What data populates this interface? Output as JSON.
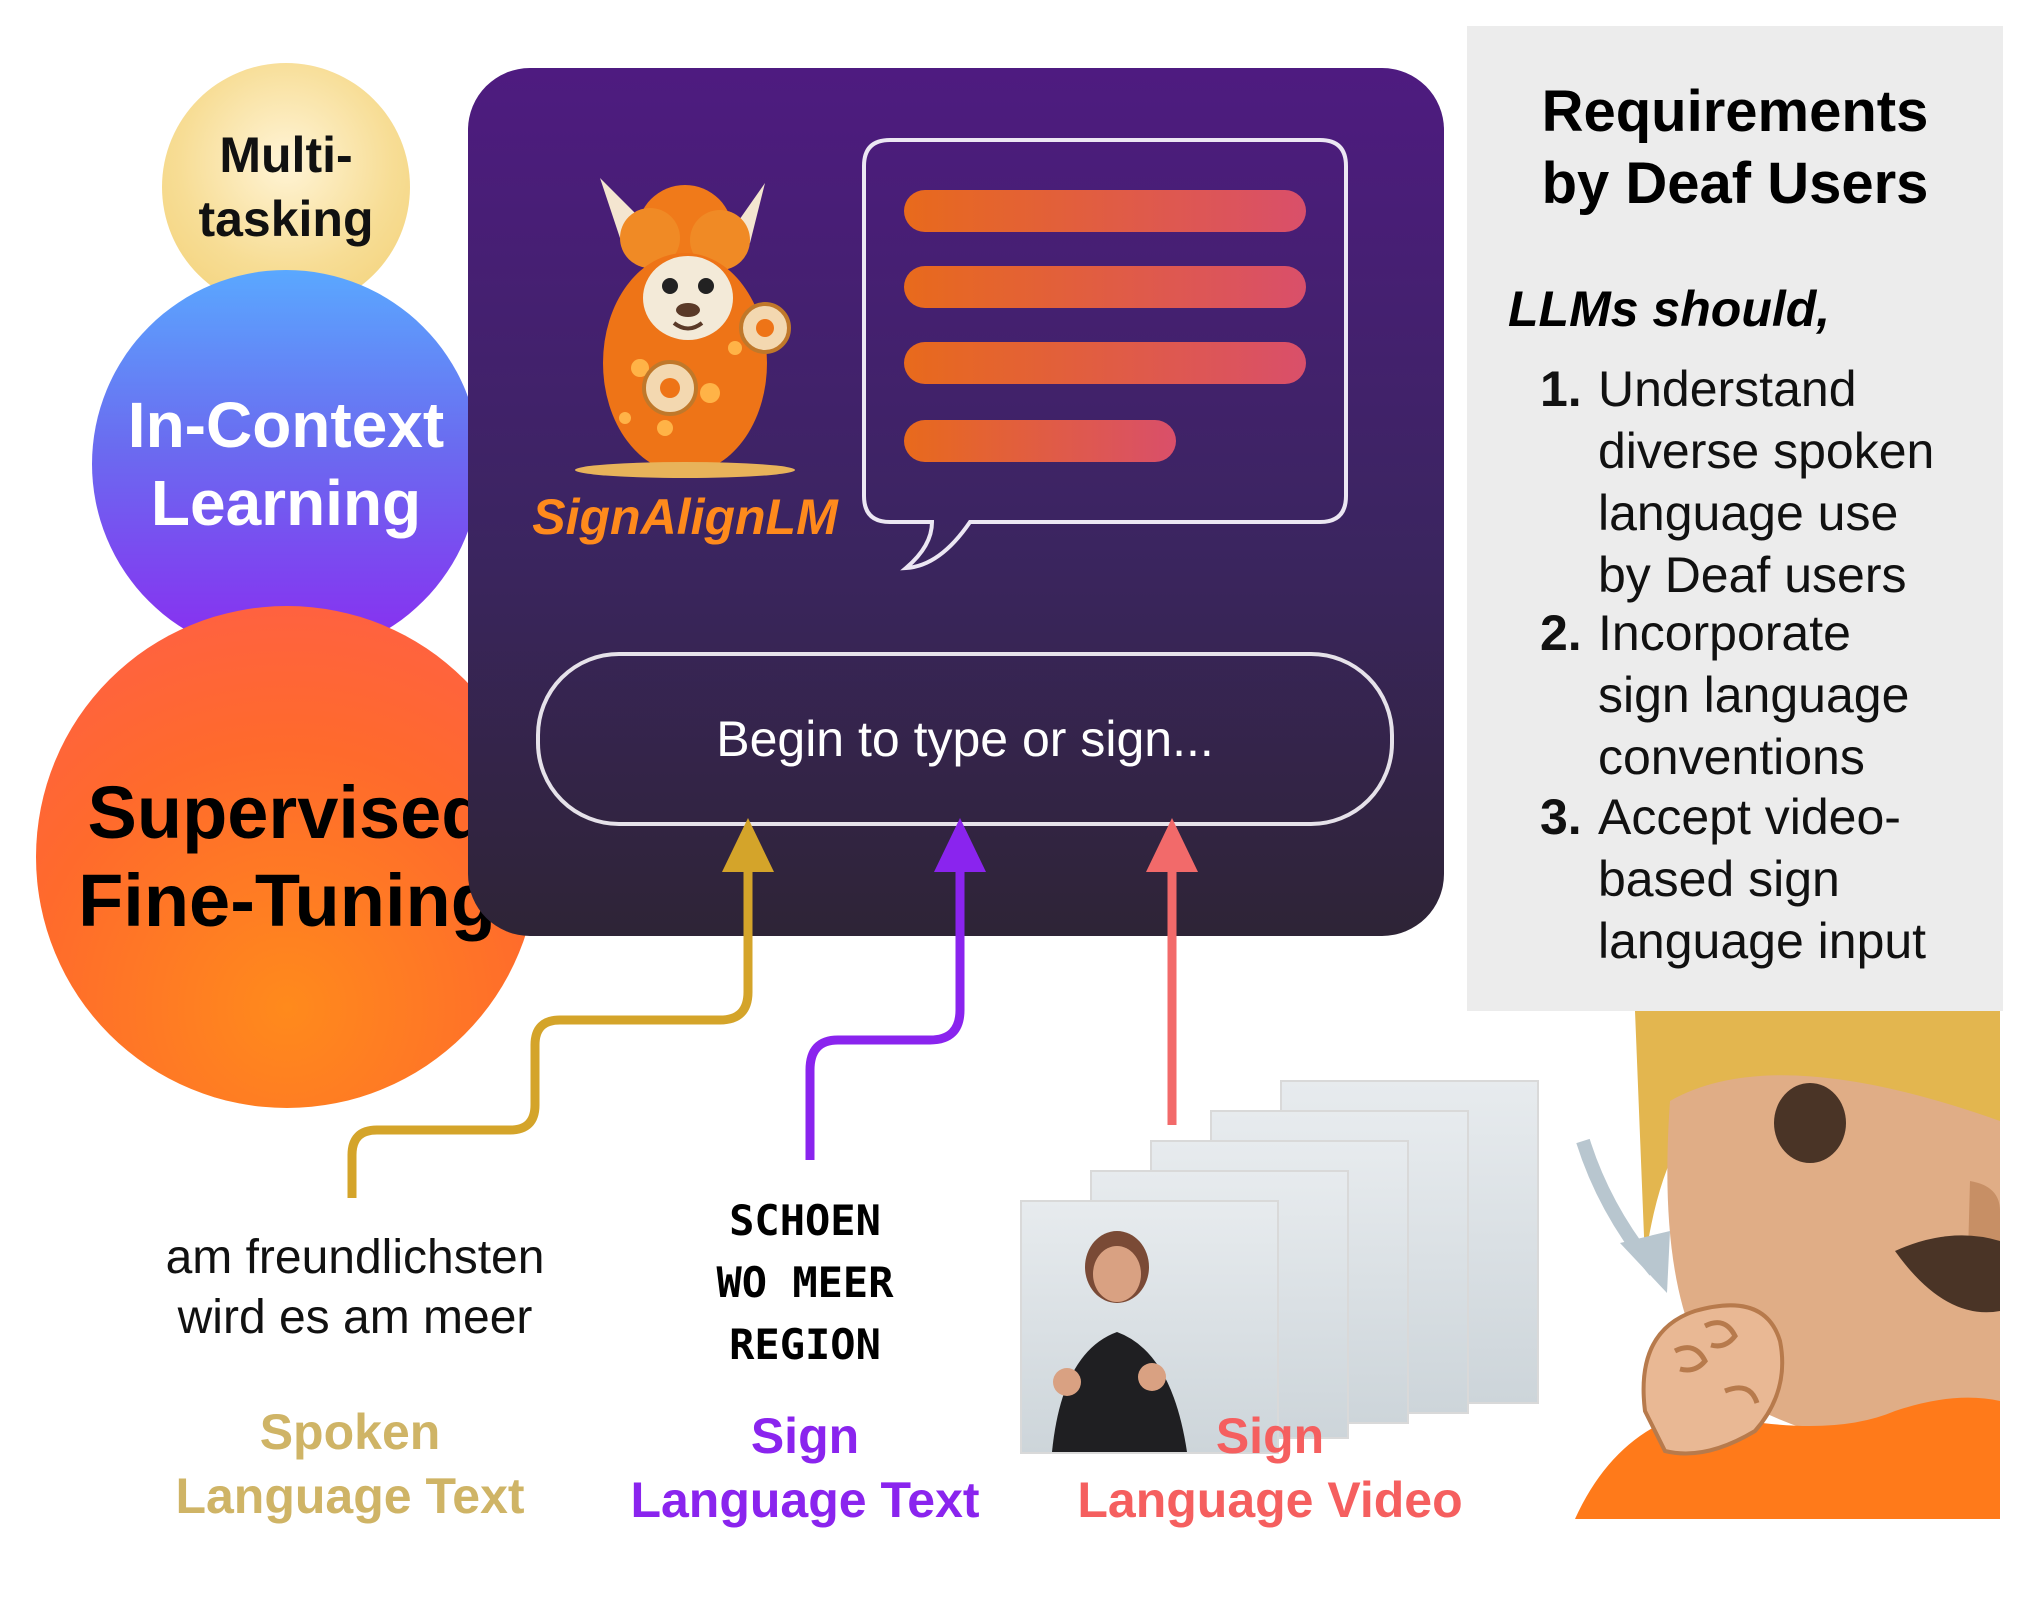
{
  "circles": {
    "multitasking": "Multi-\ntasking",
    "in_context_learning": "In-Context\nLearning",
    "supervised_fine_tuning": "Supervised\nFine-Tuning"
  },
  "model": {
    "name": "SignAlignLM",
    "input_placeholder": "Begin to type or sign..."
  },
  "requirements": {
    "title": "Requirements\nby Deaf Users",
    "lead": "LLMs should,",
    "items": [
      {
        "number": "1.",
        "text": "Understand\ndiverse spoken\nlanguage use\nby Deaf users"
      },
      {
        "number": "2.",
        "text": "Incorporate\nsign language\nconventions"
      },
      {
        "number": "3.",
        "text": "Accept video-\nbased sign\nlanguage input"
      }
    ]
  },
  "inputs": {
    "spoken_example": "am freundlichsten\nwird es am meer",
    "sign_gloss_example": "SCHOEN\nWO MEER\nREGION",
    "labels": {
      "spoken": "Spoken\nLanguage Text",
      "sign_text": "Sign\nLanguage Text",
      "sign_video": "Sign\nLanguage Video"
    }
  },
  "colors": {
    "spoken": "#d4a42a",
    "sign_text": "#8a24ee",
    "sign_video": "#f26a6a",
    "brand": "#ff8a1c",
    "panel": "#3b2560"
  },
  "icons": [
    "llama-mascot-icon",
    "speech-bubble-icon",
    "signer-avatar-icon"
  ]
}
